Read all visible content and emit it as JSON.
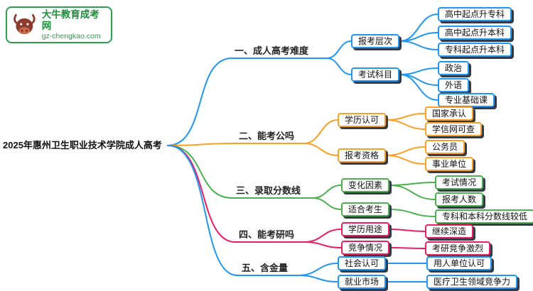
{
  "logo": {
    "site_name": "大牛教育成考网",
    "site_url": "gz-chengkao.com"
  },
  "root_label": "2025年惠州卫生职业技术学院成人高考",
  "colors": {
    "branch_blue": "#2196f3",
    "branch_orange": "#f9a026",
    "branch_green": "#4caf50",
    "branch_pink": "#e91e63",
    "node_shadow": "#333a45",
    "logo_green": "#1e8c3a",
    "bull_brown": "#8d3b2f"
  },
  "branches": [
    {
      "label": "一、成人高考难度",
      "color": "#2196f3",
      "topics": [
        {
          "label": "报考层次",
          "leaves": [
            "高中起点升专科",
            "高中起点升本科",
            "专科起点升本科"
          ]
        },
        {
          "label": "考试科目",
          "leaves": [
            "政治",
            "外语",
            "专业基础课"
          ]
        }
      ]
    },
    {
      "label": "二、能考公吗",
      "color": "#f9a026",
      "topics": [
        {
          "label": "学历认可",
          "leaves": [
            "国家承认",
            "学信网可查"
          ]
        },
        {
          "label": "报考资格",
          "leaves": [
            "公务员",
            "事业单位"
          ]
        }
      ]
    },
    {
      "label": "三、录取分数线",
      "color": "#4caf50",
      "topics": [
        {
          "label": "变化因素",
          "leaves": [
            "考试情况",
            "报考人数"
          ]
        },
        {
          "label": "适合考生",
          "leaves": [
            "专科和本科分数线较低"
          ]
        }
      ]
    },
    {
      "label": "四、能考研吗",
      "color": "#e91e63",
      "topics": [
        {
          "label": "学历用途",
          "leaves": [
            "继续深造"
          ]
        },
        {
          "label": "竞争情况",
          "leaves": [
            "考研竞争激烈"
          ]
        }
      ]
    },
    {
      "label": "五、含金量",
      "color": "#2196f3",
      "topics": [
        {
          "label": "社会认可",
          "leaves": [
            "用人单位认可"
          ]
        },
        {
          "label": "就业市场",
          "leaves": [
            "医疗卫生领域竞争力"
          ]
        }
      ]
    }
  ]
}
